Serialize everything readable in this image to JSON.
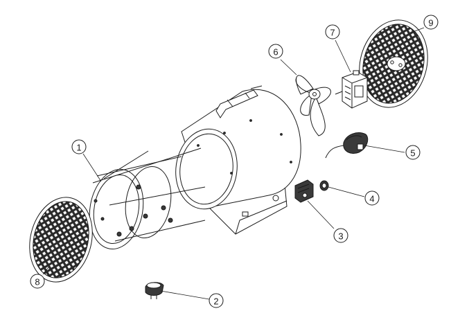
{
  "callouts": [
    {
      "id": "1",
      "label": "1"
    },
    {
      "id": "2",
      "label": "2"
    },
    {
      "id": "3",
      "label": "3"
    },
    {
      "id": "4",
      "label": "4"
    },
    {
      "id": "5",
      "label": "5"
    },
    {
      "id": "6",
      "label": "6"
    },
    {
      "id": "7",
      "label": "7"
    },
    {
      "id": "8",
      "label": "8"
    },
    {
      "id": "9",
      "label": "9"
    }
  ],
  "colors": {
    "line": "#1a1a1a",
    "background": "#ffffff",
    "grille_mesh": "#2a2a2a"
  }
}
